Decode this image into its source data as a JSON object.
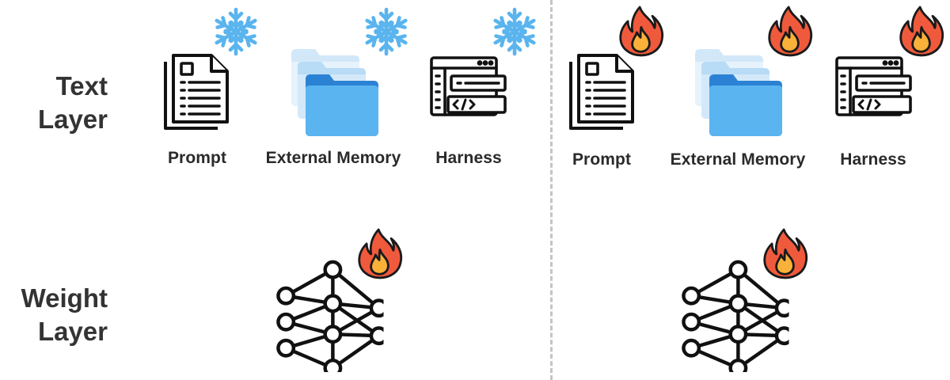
{
  "rows": {
    "text_layer": [
      "Text",
      "Layer"
    ],
    "weight_layer": [
      "Weight",
      "Layer"
    ]
  },
  "panels": [
    {
      "items": [
        "Prompt",
        "External Memory",
        "Harness"
      ],
      "text_badges": [
        "snowflake-icon",
        "snowflake-icon",
        "snowflake-icon"
      ],
      "weight_badge": "fire-icon"
    },
    {
      "items": [
        "Prompt",
        "External Memory",
        "Harness"
      ],
      "text_badges": [
        "fire-icon",
        "fire-icon",
        "fire-icon"
      ],
      "weight_badge": "fire-icon"
    }
  ],
  "colors": {
    "snowflake": "#5ab4ee",
    "fire_outer": "#f05a3c",
    "fire_inner": "#f9b13a",
    "folder": "#4aa6ea",
    "divider": "#c4c4c4"
  }
}
